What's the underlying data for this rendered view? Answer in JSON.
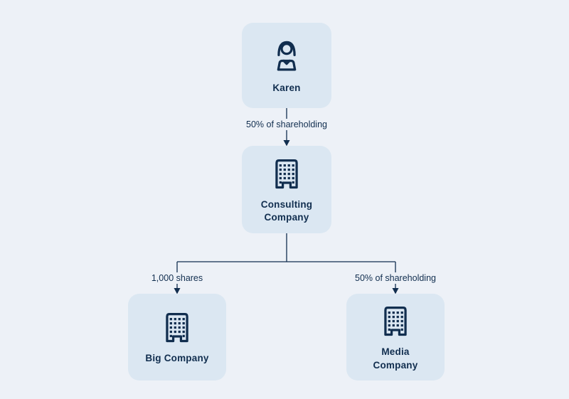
{
  "diagram": {
    "colors": {
      "background": "#edf1f7",
      "card": "#dbe7f2",
      "ink": "#112e4f"
    },
    "nodes": [
      {
        "id": "karen",
        "label": "Karen",
        "icon": "person-icon"
      },
      {
        "id": "consulting",
        "label": "Consulting Company",
        "icon": "building-icon"
      },
      {
        "id": "big",
        "label": "Big Company",
        "icon": "building-icon"
      },
      {
        "id": "media",
        "label": "Media Company",
        "icon": "building-icon"
      }
    ],
    "edges": [
      {
        "from": "karen",
        "to": "consulting",
        "label": "50% of shareholding"
      },
      {
        "from": "consulting",
        "to": "big",
        "label": "1,000 shares"
      },
      {
        "from": "consulting",
        "to": "media",
        "label": "50% of shareholding"
      }
    ]
  }
}
